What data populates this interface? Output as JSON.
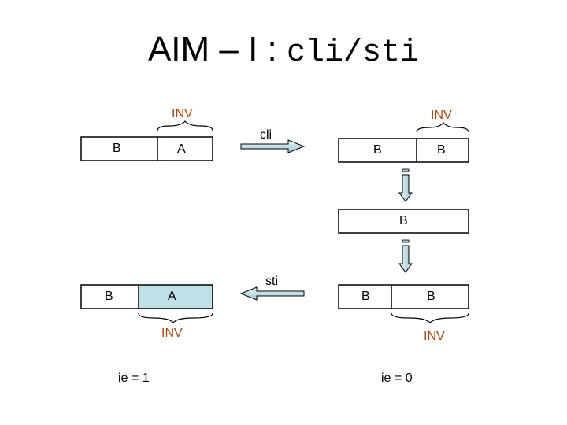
{
  "title": {
    "prefix": "AIM – I : ",
    "code": "cli/sti"
  },
  "labels": {
    "inv_top_left": "INV",
    "inv_top_right": "INV",
    "inv_bottom_left": "INV",
    "inv_bottom_right": "INV",
    "cli": "cli",
    "sti": "sti",
    "ie_left": "ie = 1",
    "ie_right": "ie = 0"
  },
  "boxes": {
    "top_left": {
      "left": "B",
      "right": "A"
    },
    "top_right": {
      "left": "B",
      "right": "B"
    },
    "middle_right": {
      "label": "B"
    },
    "bottom_left": {
      "left": "B",
      "right": "A"
    },
    "bottom_right": {
      "left": "B",
      "right": "B"
    }
  },
  "colors": {
    "highlight": "#bfe0e6",
    "inv_text": "#c04000",
    "arrow_fill": "#cde8ee"
  }
}
